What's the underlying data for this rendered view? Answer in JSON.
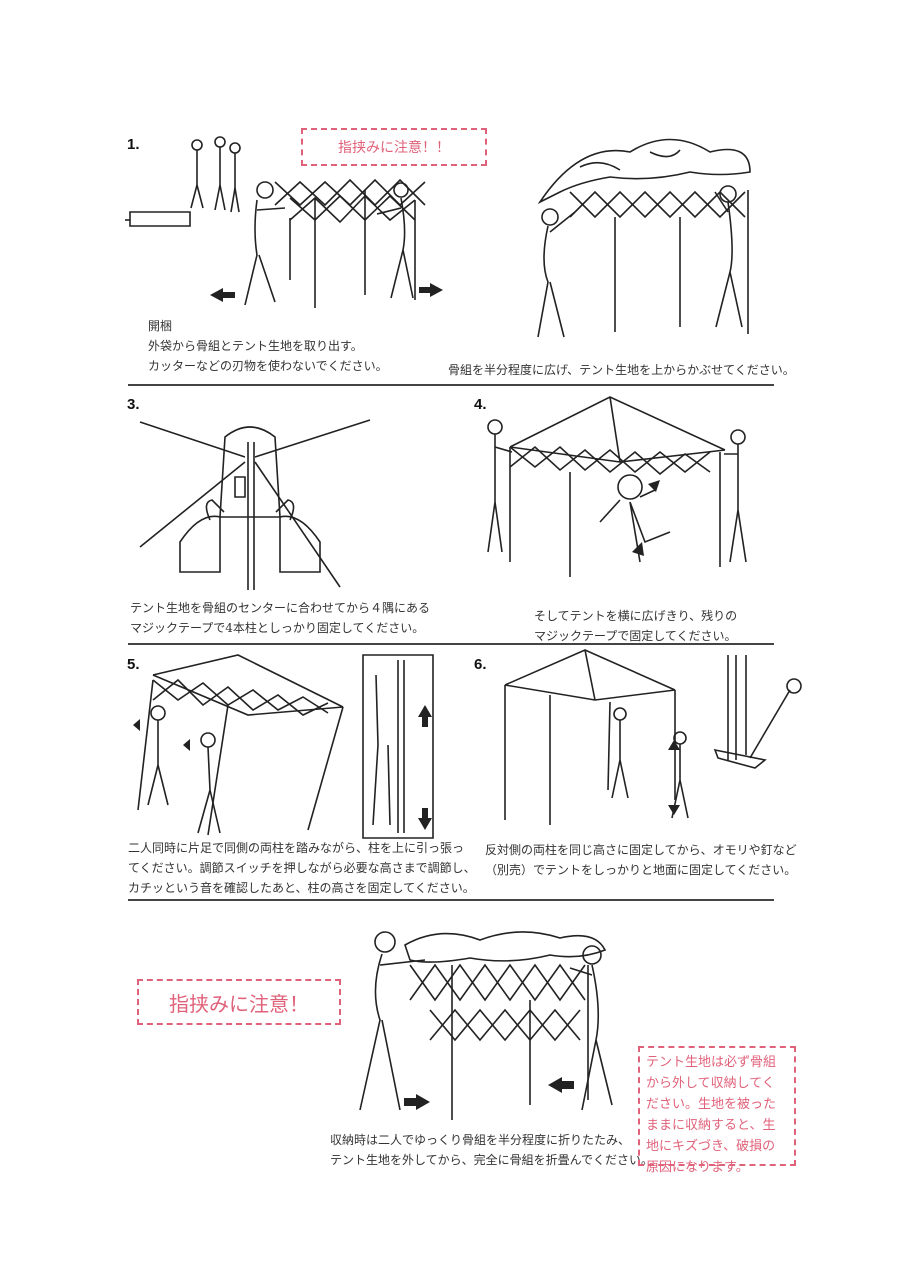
{
  "colors": {
    "accent": "#e0627a",
    "line": "#222222"
  },
  "warning_top": "指挟みに注意！！",
  "warning_bottom": "指挟みに注意！",
  "steps": [
    {
      "num": "1.",
      "lines": [
        "開梱",
        "外袋から骨組とテント生地を取り出す。",
        "カッターなどの刃物を使わないでください。"
      ]
    },
    {
      "num": "",
      "lines": [
        "骨組を半分程度に広げ、テント生地を上からかぶせてください。"
      ]
    },
    {
      "num": "3.",
      "lines": [
        "テント生地を骨組のセンターに合わせてから４隅にある",
        "マジックテープで4本柱としっかり固定してください。"
      ]
    },
    {
      "num": "4.",
      "lines": [
        "そしてテントを横に広げきり、残りの",
        "マジックテープで固定してください。"
      ]
    },
    {
      "num": "5.",
      "lines": [
        "二人同時に片足で同側の両柱を踏みながら、柱を上に引っ張っ",
        "てください。調節スイッチを押しながら必要な高さまで調節し、",
        "カチッという音を確認したあと、柱の高さを固定してください。"
      ]
    },
    {
      "num": "6.",
      "lines": [
        "反対側の両柱を同じ高さに固定してから、オモリや釘など",
        "（別売）でテントをしっかりと地面に固定してください。"
      ]
    }
  ],
  "storage": {
    "lines": [
      "収納時は二人でゆっくり骨組を半分程度に折りたたみ、",
      "テント生地を外してから、完全に骨組を折畳んでください。"
    ]
  },
  "note": {
    "lines": [
      "テント生地は必ず骨組",
      "から外して収納してく",
      "ださい。生地を被った",
      "ままに収納すると、生",
      "地にキズづき、破損の",
      "原因になります。"
    ]
  }
}
